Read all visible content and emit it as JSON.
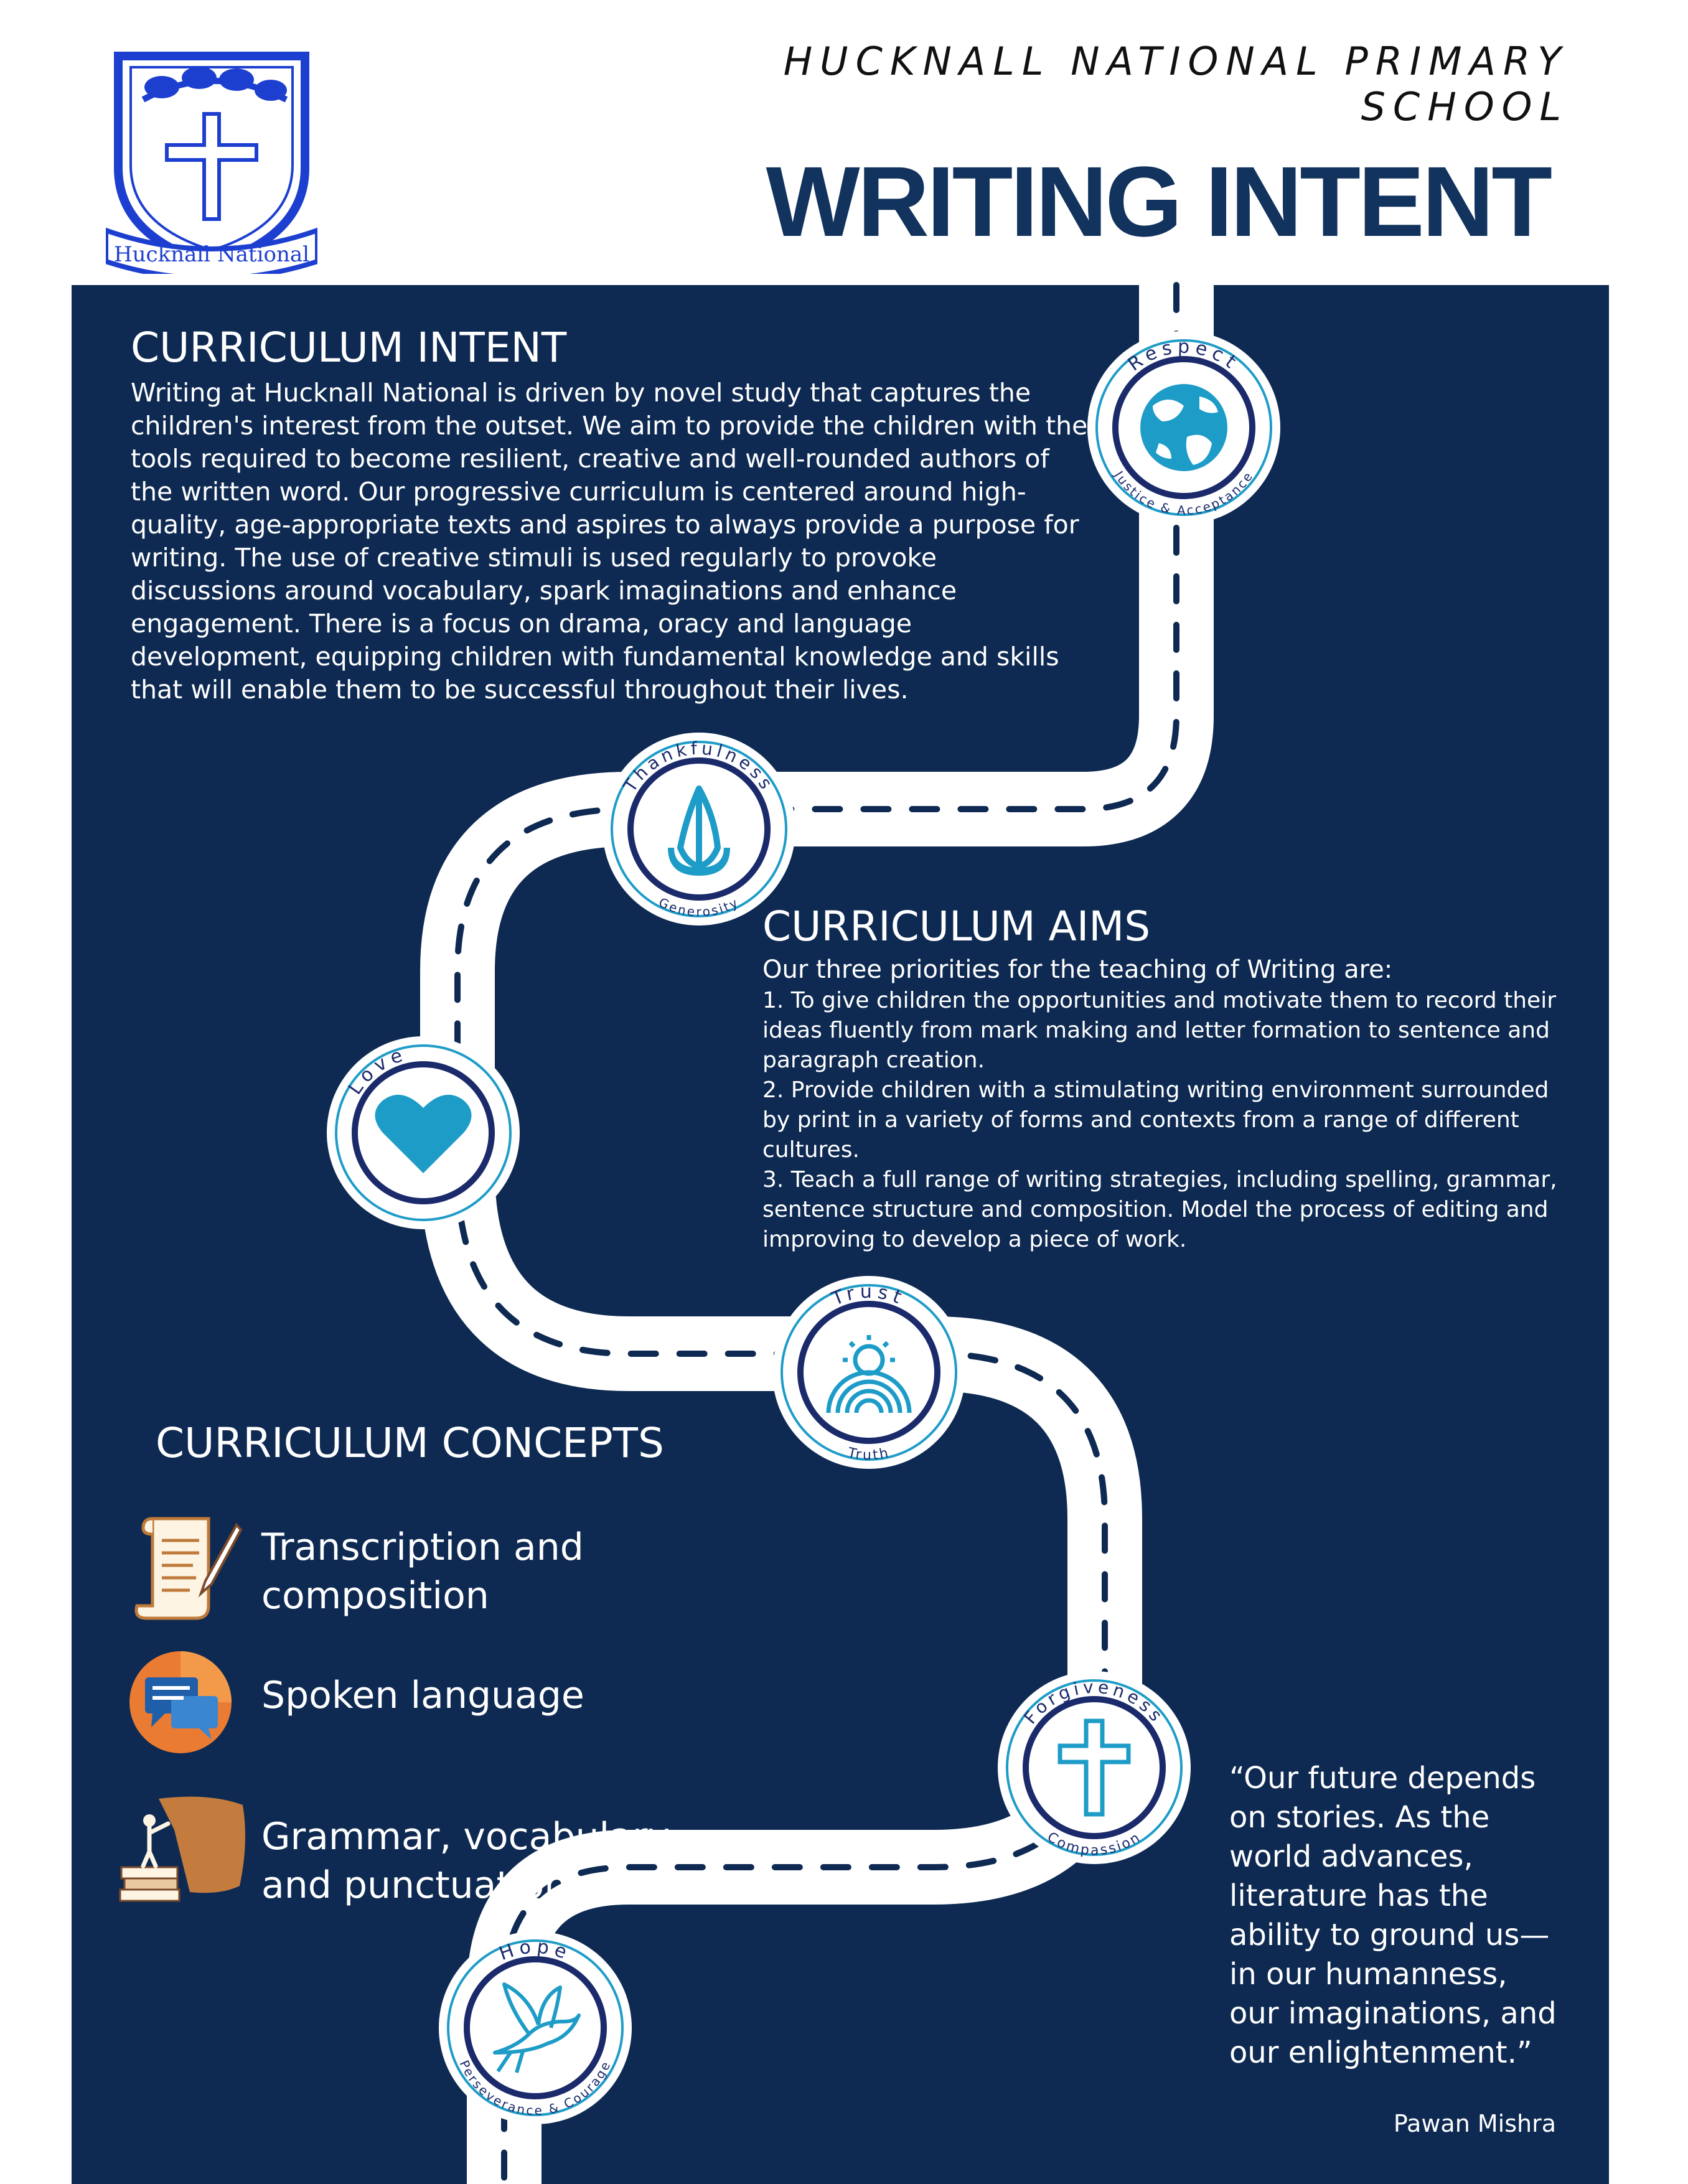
{
  "header": {
    "school_name": "HUCKNALL NATIONAL PRIMARY SCHOOL",
    "title": "WRITING INTENT",
    "crest_text": "Hucknall National"
  },
  "intent": {
    "heading": "CURRICULUM INTENT",
    "body": "Writing at Hucknall National is driven by novel study that captures the children's interest from the outset. We aim to provide the children with the tools required to become resilient, creative and well-rounded authors of the written word. Our progressive curriculum is centered around high-quality, age-appropriate texts and aspires to always provide a purpose for writing. The use of creative stimuli is used regularly to provoke discussions around vocabulary, spark imaginations and enhance engagement. There is a focus on drama, oracy and language development, equipping children with fundamental knowledge and skills that will enable them to be successful throughout their lives."
  },
  "aims": {
    "heading": "CURRICULUM AIMS",
    "intro": "Our three priorities for the teaching of Writing are:",
    "items": [
      "1. To give children the opportunities and motivate them to record their ideas fluently from mark making and letter formation to sentence and paragraph creation.",
      "2. Provide children with a stimulating writing environment surrounded by print in a variety of forms and contexts from a range of different cultures.",
      "3. Teach a full range of writing strategies, including spelling, grammar, sentence structure and composition. Model the process of editing and improving to develop a piece of work."
    ]
  },
  "concepts": {
    "heading": "CURRICULUM CONCEPTS",
    "items": [
      {
        "line1": "Transcription and",
        "line2": "composition",
        "icon": "scroll-quill-icon"
      },
      {
        "line1": "Spoken language",
        "line2": "",
        "icon": "speech-bubbles-icon"
      },
      {
        "line1": "Grammar, vocabulary",
        "line2": "and punctuation",
        "icon": "books-figure-icon"
      }
    ]
  },
  "values": [
    {
      "top": "Respect",
      "bottom": "Justice & Acceptance",
      "icon": "globe-icon"
    },
    {
      "top": "Thankfulness",
      "bottom": "Generosity",
      "icon": "praying-hands-icon"
    },
    {
      "top": "Love",
      "bottom": "",
      "icon": "heart-icon"
    },
    {
      "top": "Trust",
      "bottom": "Truth",
      "icon": "rainbow-sun-icon"
    },
    {
      "top": "Forgiveness",
      "bottom": "Compassion",
      "icon": "cross-icon"
    },
    {
      "top": "Hope",
      "bottom": "Perseverance & Courage",
      "icon": "dove-icon"
    }
  ],
  "quote": {
    "lines": [
      "“Our future depends",
      "on stories. As the",
      "world advances,",
      "literature has the",
      "ability to ground us—",
      "in our humanness,",
      "our imaginations, and",
      "our enlightenment.”"
    ],
    "author": "Pawan Mishra"
  },
  "colors": {
    "navy": "#0e2a52",
    "title_blue": "#12335d",
    "accent_blue": "#1e9cc8",
    "badge_ring": "#1b2a6b",
    "crest_blue": "#1d3fd0"
  }
}
